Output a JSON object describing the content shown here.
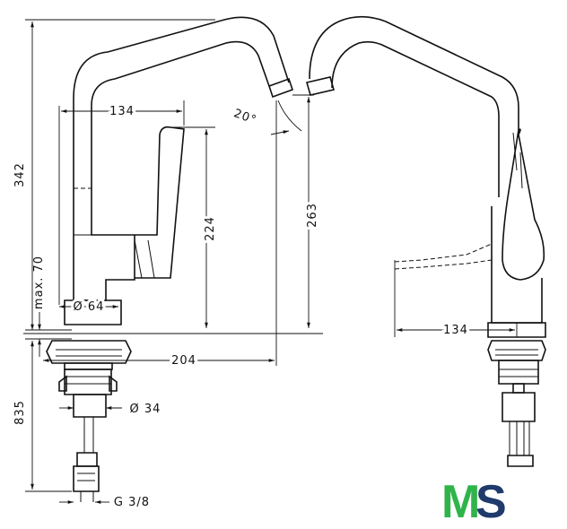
{
  "dimensions": {
    "height_total": "342",
    "spout_reach_top": "134",
    "spout_angle": "20°",
    "lever_height": "224",
    "outlet_height": "263",
    "max_deck": "max. 70",
    "base_diameter": "Ø 64",
    "reach_total": "204",
    "hose_length": "835",
    "shank_diameter": "Ø 34",
    "thread": "G 3/8",
    "side_reach": "134"
  },
  "logo": {
    "letter_1": "M",
    "letter_2": "S",
    "color_1": "#2fb44a",
    "color_2": "#1f3a6b"
  }
}
